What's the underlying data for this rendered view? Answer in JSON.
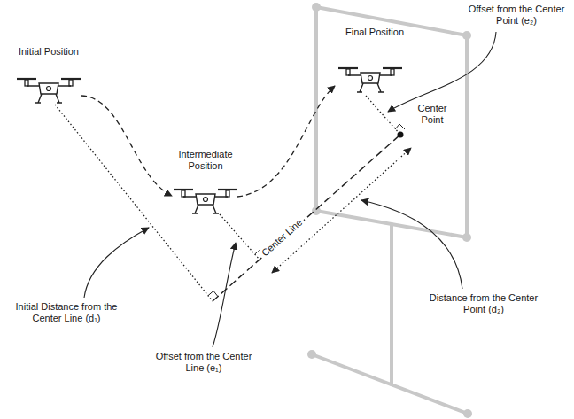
{
  "diagram": {
    "labels": [
      "Initial Position",
      "Intermediate Position",
      "Final Position",
      "Center Point",
      "Center Line",
      "Offset from the Center Point (e₂)",
      "Initial Distance from the Center Line (d₁)",
      "Offset from the Center Line (e₁)",
      "Distance from the Center Point (d₂)"
    ]
  }
}
